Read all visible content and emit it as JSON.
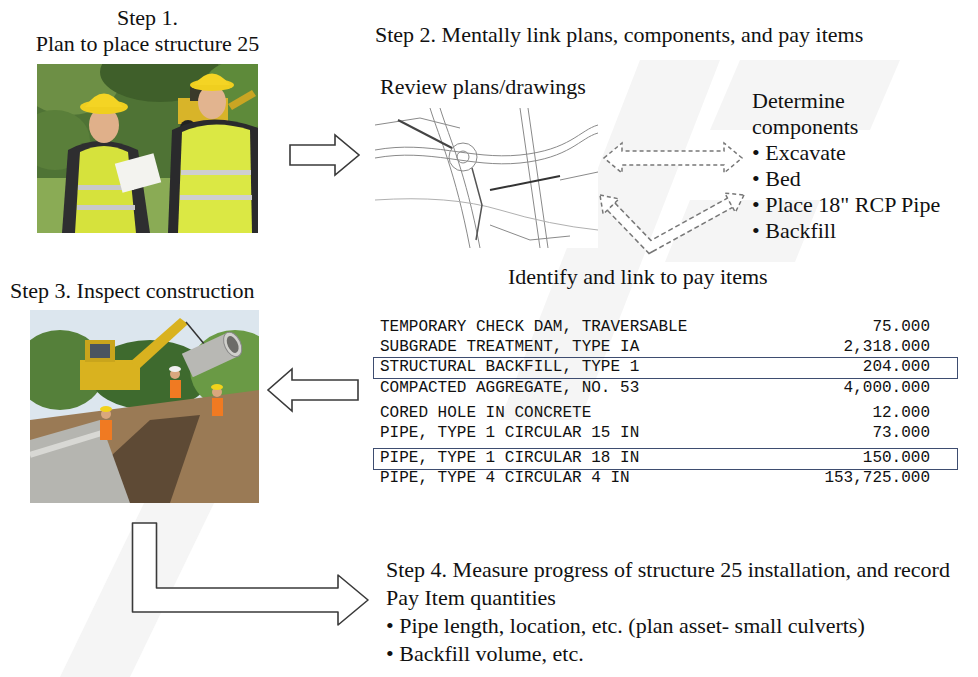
{
  "diagram": {
    "nodes": [
      {
        "text": [
          "Step 1.",
          "Plan to place structure 25"
        ]
      },
      {
        "text": [
          "Review plans/drawings"
        ]
      },
      {
        "text": [
          "Determine components",
          "• Excavate",
          "• Bed",
          "• Place 18\" RCP Pipe",
          "• Backfill"
        ]
      },
      {
        "text": [
          "Step 3. Inspect construction"
        ]
      },
      {
        "text": [
          "TEMPORARY CHECK DAM, TRAVERSABLE",
          "75.000",
          "SUBGRADE TREATMENT, TYPE IA",
          "2,318.000",
          "COMPACTED AGGREGATE, NO. 53",
          "4,000.000",
          "CORED HOLE IN CONCRETE",
          "12.000",
          "PIPE, TYPE 1 CIRCULAR 15 IN",
          "73.000",
          "PIPE, TYPE 4 CIRCULAR 4 IN",
          "153,725.000"
        ]
      },
      {
        "text": [
          "STRUCTURAL BACKFILL, TYPE 1",
          "204.000"
        ],
        "in": 4
      },
      {
        "text": [
          "PIPE, TYPE 1 CIRCULAR 18 IN",
          "150.000"
        ],
        "in": 4
      },
      {
        "text": [
          "Step 4. Measure progress of structure 25 installation, and record Pay Item quantities",
          "• Pipe length, location, etc. (plan asset- small culverts)",
          "• Backfill volume, etc."
        ]
      }
    ],
    "edges": [
      {
        "from": 0,
        "to": 1,
        "arrow": "to"
      },
      {
        "from": 1,
        "to": 2,
        "arrow": "both"
      },
      {
        "from": 1,
        "to": 2,
        "arrow": "both"
      },
      {
        "from": 4,
        "to": 3,
        "arrow": "to"
      },
      {
        "from": 3,
        "to": 7,
        "arrow": "to"
      }
    ],
    "labels": [
      "Step 2. Mentally link plans, components, and pay items",
      "Identify and link to pay items"
    ]
  }
}
